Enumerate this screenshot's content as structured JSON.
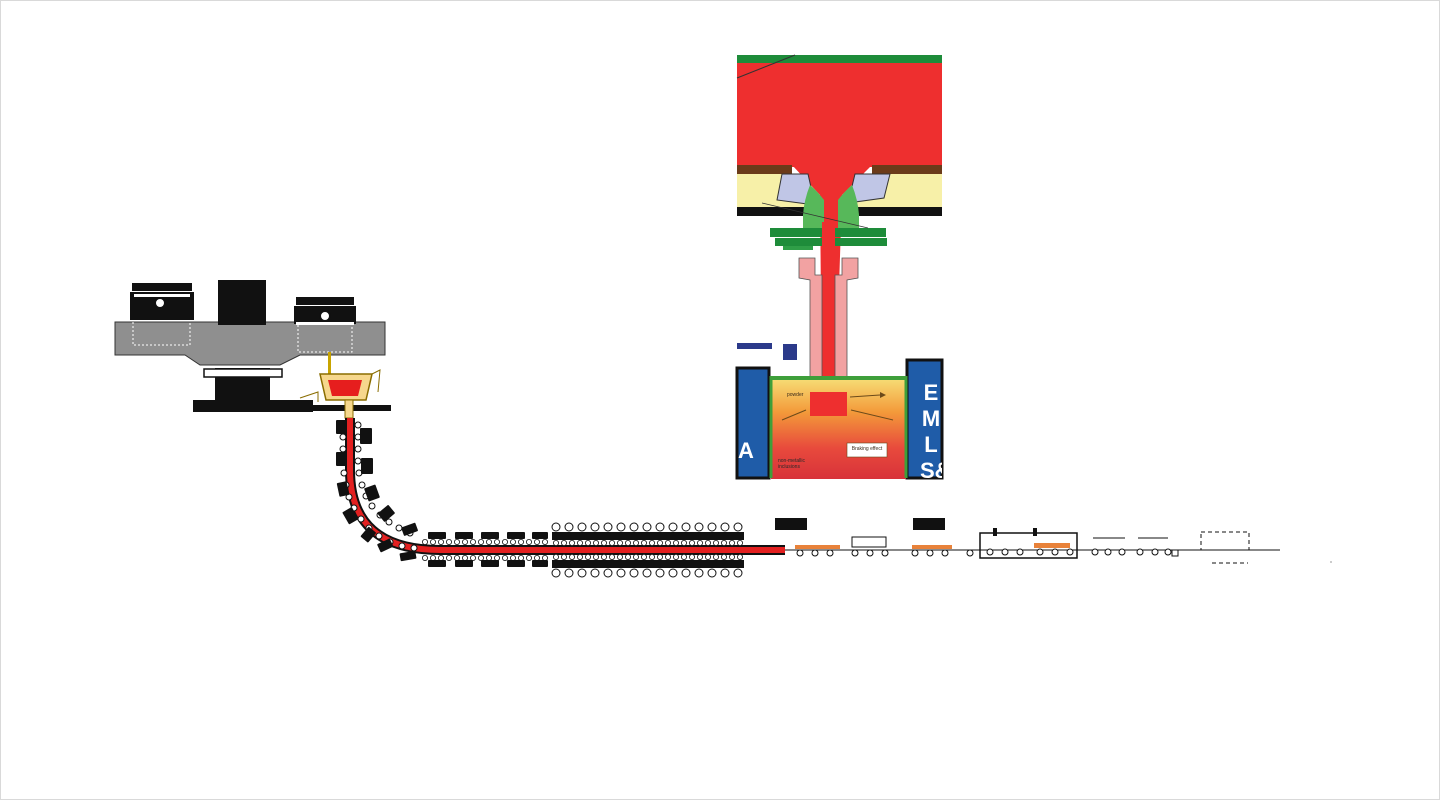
{
  "colors": {
    "steel": "#ee2f2f",
    "slag_yellow": "#f7e79a",
    "nozzle_green": "#57b85a",
    "green_band": "#1e8c3a",
    "nozzle_pink": "#f2a2a2",
    "mold_blue": "#1f5ca8",
    "refractory": "#c0c6e6",
    "machine_gray": "#8f8f8f",
    "roll_black": "#111111"
  },
  "mold_detail": {
    "left_plate_label": "A",
    "right_plate_label_lines": [
      "E",
      "M",
      "L",
      "S&"
    ],
    "label_powder": "powder",
    "label_flow": "Braking effect",
    "label_inclusions": "non-metallic inclusions"
  }
}
